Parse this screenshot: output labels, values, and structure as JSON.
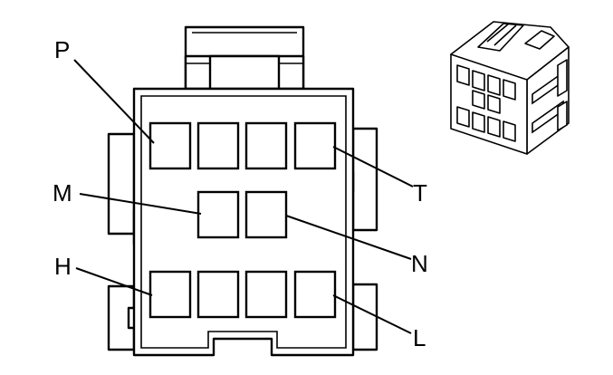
{
  "callouts": {
    "P": "P",
    "M": "M",
    "H": "H",
    "T": "T",
    "N": "N",
    "L": "L"
  },
  "colors": {
    "line": "#000000",
    "background": "#ffffff"
  }
}
